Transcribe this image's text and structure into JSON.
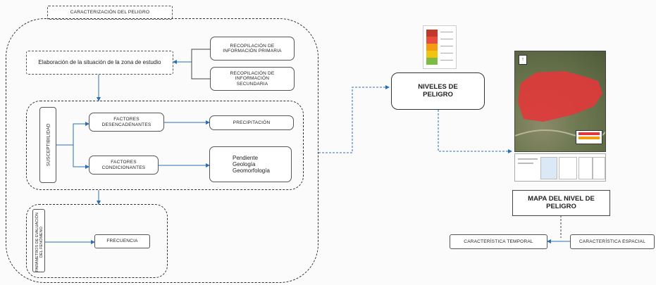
{
  "header": {
    "title": "CARACTERIZACIÓN DEL PELIGRO"
  },
  "left": {
    "situacion": "Elaboración de la situación de la zona de estudio",
    "primaria": "RECOPILACIÓN DE INFORMACIÓN PRIMARIA",
    "secundaria": "RECOPILACIÓN DE INFORMACIÓN SECUNDARIA",
    "susceptibilidad": "SUSCEPTIBILIDAD",
    "desencadenantes": "FACTORES DESENCADENANTES",
    "precipitacion": "PRECIPITACIÓN",
    "condicionantes": "FACTORES CONDICIONANTES",
    "factores_list": [
      "Pendiente",
      "Geología",
      "Geomorfología"
    ],
    "parametros": "PARÁMETROS DE EVALUACIÓN DEL FENÓMENO",
    "frecuencia": "FRECUENCIA"
  },
  "right": {
    "niveles": "NIVELES DE PELIGRO",
    "mapa": "MAPA DEL NIVEL DE PELIGRO",
    "temporal": "CARACTERÍSTICA TEMPORAL",
    "espacial": "CARACTERÍSTICA ESPACIAL"
  },
  "colors": {
    "legend": [
      "#c0392b",
      "#e74c3c",
      "#f39c12",
      "#f1c40f",
      "#7dbb42"
    ],
    "map_hazard": "#e0393b",
    "map_ground": "#6f7a52"
  }
}
